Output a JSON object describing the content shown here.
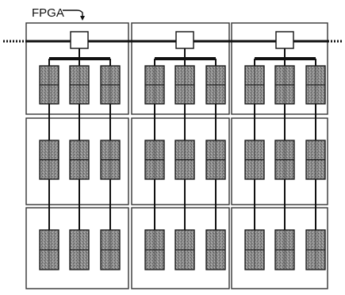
{
  "label": "FPGA",
  "colors": {
    "ink": "#111111",
    "chip_fill": "#8a8a8a",
    "panel_stroke": "#333333",
    "paper": "#ffffff"
  },
  "icons": {
    "label_pointer": "right-then-down-arrow",
    "bus_continuation": "dotted-line"
  },
  "grid": {
    "board_columns": 3,
    "board_rows": 3,
    "chips_per_board": 3
  }
}
